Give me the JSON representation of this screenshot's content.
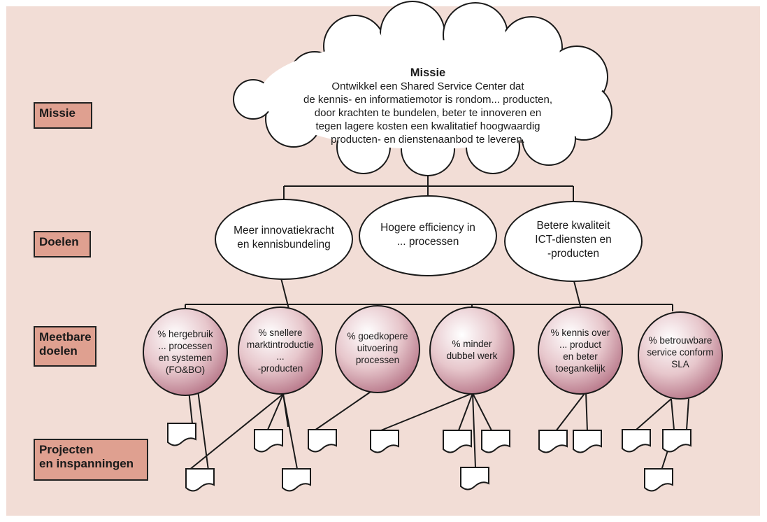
{
  "tiers": {
    "mission": "Missie",
    "goals": "Doelen",
    "measurable_goals": "Meetbare\ndoelen",
    "projects": "Projecten\nen inspanningen"
  },
  "mission": {
    "title": "Missie",
    "text": "Ontwikkel een Shared Service Center dat\nde kennis- en informatiemotor is rondom... producten,\ndoor krachten te bundelen, beter te innoveren en\ntegen lagere kosten een kwalitatief hoogwaardig\nproducten- en dienstenaanbod te leveren."
  },
  "goals": [
    "Meer innovatiekracht\nen kennisbundeling",
    "Hogere efficiency in\n... processen",
    "Betere kwaliteit\nICT-diensten en\n-producten"
  ],
  "measurable_goals": [
    "% hergebruik\n... processen\nen systemen\n(FO&BO)",
    "% snellere\nmarktintroductie\n...\n-producten",
    "% goedkopere\nuitvoering\nprocessen",
    "% minder\ndubbel werk",
    "% kennis over\n... product\nen beter\ntoegankelijk",
    "% betrouwbare\nservice conform\nSLA"
  ],
  "colors": {
    "panel_background": "#f2ddd6",
    "label_fill": "#dfa090",
    "measure_gradient_light": "#ffffff",
    "measure_gradient_dark": "#b8788a"
  }
}
